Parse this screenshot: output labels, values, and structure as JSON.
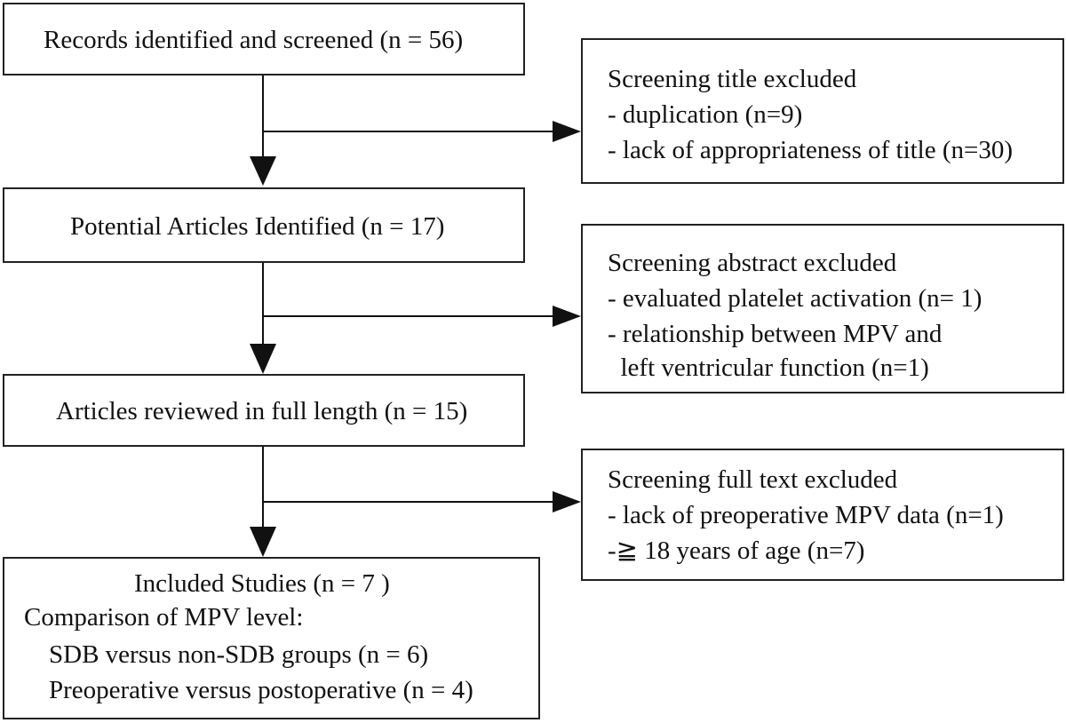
{
  "flow": {
    "records": {
      "label": "Records identified and screened (n = 56)"
    },
    "potential": {
      "label": "Potential Articles Identified (n = 17)"
    },
    "reviewed": {
      "label": "Articles reviewed in full length (n = 15)"
    },
    "included": {
      "title": "Included Studies (n = 7 )",
      "comparison": "Comparison of  MPV level:",
      "item1": "SDB versus non-SDB groups (n = 6)",
      "item2": "Preoperative versus postoperative (n = 4)"
    }
  },
  "exclusions": {
    "title_screen": {
      "heading": "Screening title excluded",
      "line1": "- duplication (n=9)",
      "line2": "- lack of appropriateness of title (n=30)"
    },
    "abstract_screen": {
      "heading": "Screening abstract excluded",
      "line1": "- evaluated platelet activation (n= 1)",
      "line2": "- relationship between MPV and",
      "line3": "  left ventricular function (n=1)"
    },
    "fulltext_screen": {
      "heading": "Screening full text excluded",
      "line1": "- lack of preoperative MPV data (n=1)",
      "line2": "-≧ 18 years of age (n=7)"
    }
  },
  "colors": {
    "stroke": "#222222",
    "background": "#ffffff",
    "text": "#111111"
  }
}
